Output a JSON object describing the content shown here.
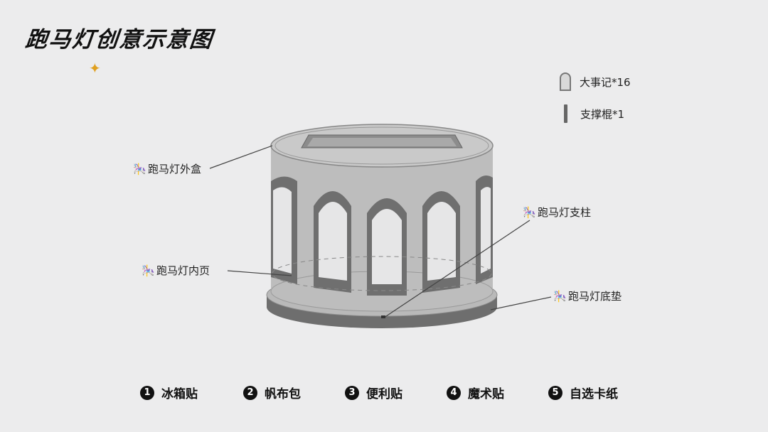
{
  "title": "跑马灯创意示意图",
  "legend": [
    {
      "icon": "arch-panel-icon",
      "label": "大事记*16"
    },
    {
      "icon": "support-rod-icon",
      "label": "支撑棍*1"
    }
  ],
  "callouts": {
    "outer_box": "跑马灯外盒",
    "inner_page": "跑马灯内页",
    "pillar": "跑马灯支柱",
    "base_pad": "跑马灯底垫"
  },
  "materials": [
    {
      "num": "1",
      "label": "冰箱贴"
    },
    {
      "num": "2",
      "label": "帆布包"
    },
    {
      "num": "3",
      "label": "便利贴"
    },
    {
      "num": "4",
      "label": "魔术贴"
    },
    {
      "num": "5",
      "label": "自选卡纸"
    }
  ]
}
